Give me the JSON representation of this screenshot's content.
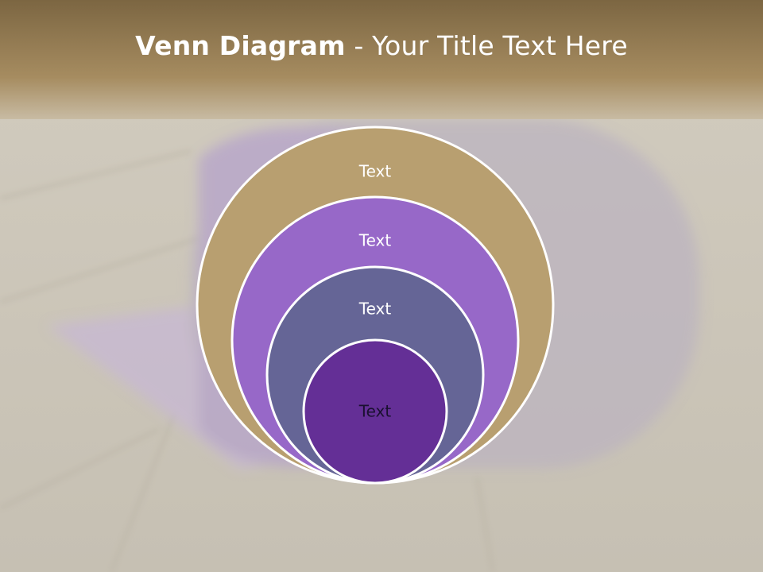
{
  "title": {
    "bold": "Venn Diagram",
    "rest": " - Your Title Text Here"
  },
  "colors": {
    "header_band": "#8f7850",
    "ring_1": "#b89f70",
    "ring_2": "#9768c8",
    "ring_3": "#656596",
    "ring_4": "#642f96",
    "ring_stroke": "#ffffff"
  },
  "rings": [
    {
      "label": "Text",
      "color": "#b89f70",
      "text_color": "#ffffff"
    },
    {
      "label": "Text",
      "color": "#9768c8",
      "text_color": "#ffffff"
    },
    {
      "label": "Text",
      "color": "#656596",
      "text_color": "#ffffff"
    },
    {
      "label": "Text",
      "color": "#642f96",
      "text_color": "#1a1030"
    }
  ]
}
